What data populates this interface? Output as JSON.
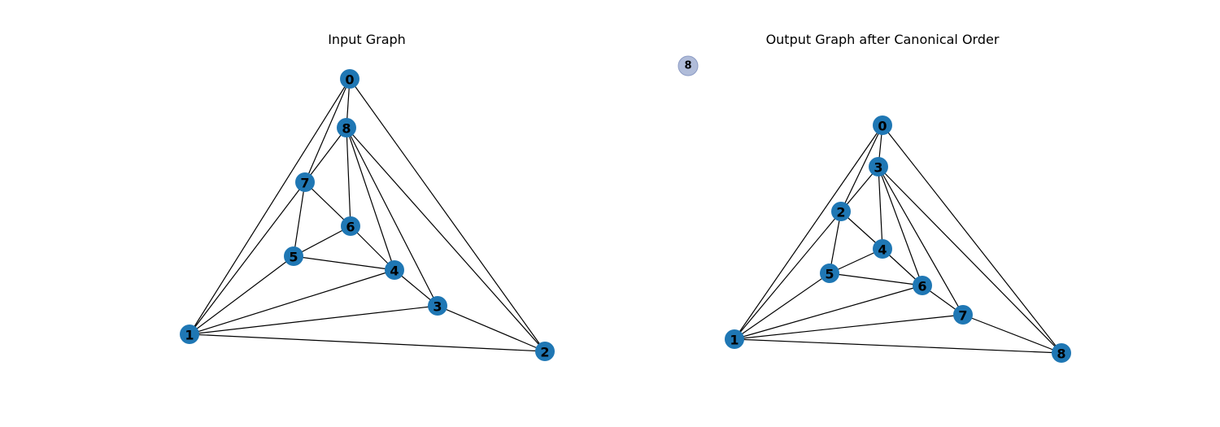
{
  "panels": [
    {
      "title": "Input Graph",
      "nodes": [
        "0",
        "1",
        "2",
        "3",
        "4",
        "5",
        "6",
        "7",
        "8"
      ],
      "edges": [
        [
          "0",
          "8"
        ],
        [
          "0",
          "7"
        ],
        [
          "0",
          "1"
        ],
        [
          "0",
          "2"
        ],
        [
          "8",
          "7"
        ],
        [
          "8",
          "6"
        ],
        [
          "8",
          "4"
        ],
        [
          "8",
          "3"
        ],
        [
          "8",
          "2"
        ],
        [
          "7",
          "1"
        ],
        [
          "7",
          "6"
        ],
        [
          "7",
          "5"
        ],
        [
          "6",
          "5"
        ],
        [
          "6",
          "4"
        ],
        [
          "5",
          "4"
        ],
        [
          "5",
          "1"
        ],
        [
          "4",
          "1"
        ],
        [
          "4",
          "3"
        ],
        [
          "3",
          "1"
        ],
        [
          "3",
          "2"
        ],
        [
          "1",
          "2"
        ]
      ]
    },
    {
      "title": "Output Graph after Canonical Order",
      "nodes": [
        "0",
        "1",
        "2",
        "3",
        "4",
        "5",
        "6",
        "7",
        "8"
      ],
      "edges": [
        [
          "0",
          "3"
        ],
        [
          "0",
          "2"
        ],
        [
          "0",
          "1"
        ],
        [
          "0",
          "8"
        ],
        [
          "3",
          "2"
        ],
        [
          "3",
          "4"
        ],
        [
          "3",
          "6"
        ],
        [
          "3",
          "7"
        ],
        [
          "3",
          "8"
        ],
        [
          "2",
          "1"
        ],
        [
          "2",
          "4"
        ],
        [
          "2",
          "5"
        ],
        [
          "4",
          "5"
        ],
        [
          "4",
          "6"
        ],
        [
          "5",
          "6"
        ],
        [
          "5",
          "1"
        ],
        [
          "6",
          "1"
        ],
        [
          "6",
          "7"
        ],
        [
          "7",
          "1"
        ],
        [
          "7",
          "8"
        ],
        [
          "1",
          "8"
        ]
      ],
      "overlay_marker": {
        "label": "8"
      }
    }
  ],
  "colors": {
    "node": "#1f77b4",
    "edge": "#000000",
    "overlay_marker": "#b0bcd9"
  }
}
